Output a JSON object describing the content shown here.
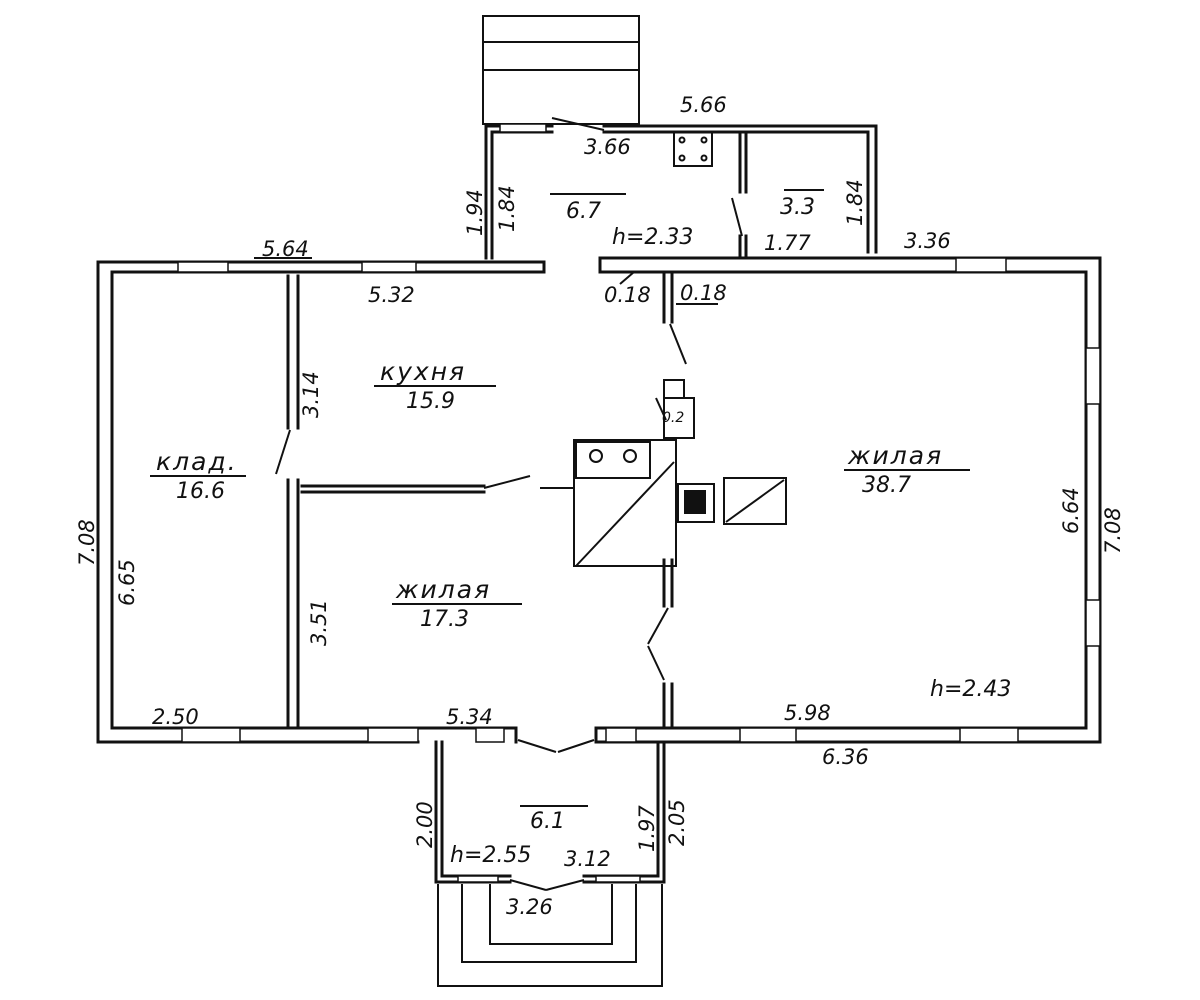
{
  "rooms": {
    "pantry": {
      "name": "клад.",
      "area": "16.6"
    },
    "kitchen": {
      "name": "кухня",
      "area": "15.9"
    },
    "living_small": {
      "name": "жилая",
      "area": "17.3"
    },
    "living_large": {
      "name": "жилая",
      "area": "38.7"
    },
    "vestibule": {
      "area": "6.7",
      "height": "h=2.33"
    },
    "storage": {
      "area": "3.3"
    },
    "porch": {
      "area": "6.1",
      "height": "h=2.55"
    },
    "chimney": {
      "area": "0.2"
    }
  },
  "house_height": "h=2.43",
  "dimensions": {
    "top_left_outer": "5.64",
    "top_left_inner": "5.32",
    "rear_top": "5.66",
    "rear_inner": "3.66",
    "rear_left_outer": "1.94",
    "rear_left_inner": "1.84",
    "rear_right": "1.84",
    "rear_bottom_right": "1.77",
    "top_right": "3.36",
    "wall_a": "0.18",
    "wall_b": "0.18",
    "partition_kitchen": "3.14",
    "left_outer": "7.08",
    "left_inner": "6.65",
    "partition_living": "3.51",
    "right_inner": "6.64",
    "right_outer": "7.08",
    "bottom_left": "2.50",
    "bottom_mid": "5.34",
    "bottom_right_inner": "5.98",
    "bottom_right_outer": "6.36",
    "porch_left": "2.00",
    "porch_right_inner": "1.97",
    "porch_right_outer": "2.05",
    "porch_inner": "3.12",
    "porch_outer": "3.26"
  }
}
